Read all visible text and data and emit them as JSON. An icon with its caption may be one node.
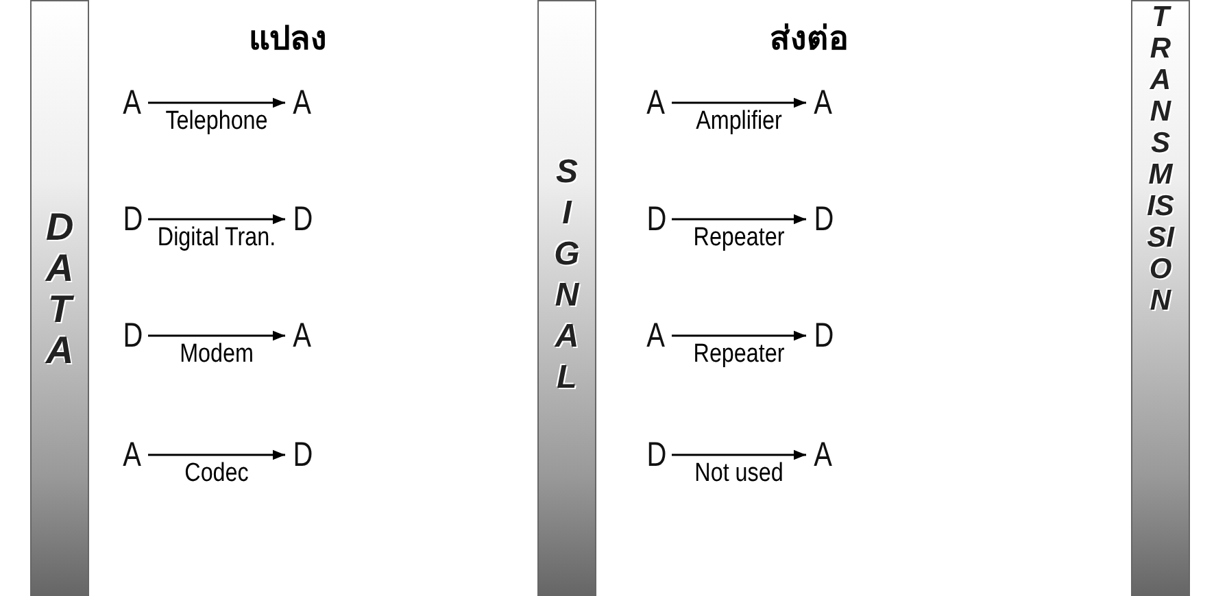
{
  "diagram": {
    "nodes": [
      {
        "text": [
          "DATA"
        ]
      },
      {
        "text": [
          "A"
        ]
      },
      {
        "text": [
          "A"
        ]
      },
      {
        "text": [
          "D"
        ]
      },
      {
        "text": [
          "D"
        ]
      },
      {
        "text": [
          "D"
        ]
      },
      {
        "text": [
          "A"
        ]
      },
      {
        "text": [
          "A"
        ]
      },
      {
        "text": [
          "D"
        ]
      },
      {
        "text": [
          "SIGNAL"
        ]
      },
      {
        "text": [
          "A"
        ]
      },
      {
        "text": [
          "A"
        ]
      },
      {
        "text": [
          "D"
        ]
      },
      {
        "text": [
          "D"
        ]
      },
      {
        "text": [
          "A"
        ]
      },
      {
        "text": [
          "D"
        ]
      },
      {
        "text": [
          "D"
        ]
      },
      {
        "text": [
          "A"
        ]
      },
      {
        "text": [
          "TRANSMISSION"
        ]
      }
    ],
    "edges": [
      {
        "from": 1,
        "to": 2,
        "arrow": "to",
        "label": "Telephone"
      },
      {
        "from": 3,
        "to": 4,
        "arrow": "to",
        "label": "Digital Tran."
      },
      {
        "from": 5,
        "to": 6,
        "arrow": "to",
        "label": "Modem"
      },
      {
        "from": 7,
        "to": 8,
        "arrow": "to",
        "label": "Codec"
      },
      {
        "from": 10,
        "to": 11,
        "arrow": "to",
        "label": "Amplifier"
      },
      {
        "from": 12,
        "to": 13,
        "arrow": "to",
        "label": "Repeater"
      },
      {
        "from": 14,
        "to": 15,
        "arrow": "to",
        "label": "Repeater"
      },
      {
        "from": 16,
        "to": 17,
        "arrow": "to",
        "label": "Not used"
      }
    ],
    "labels": [
      "แปลง",
      "ส่งต่อ"
    ]
  }
}
